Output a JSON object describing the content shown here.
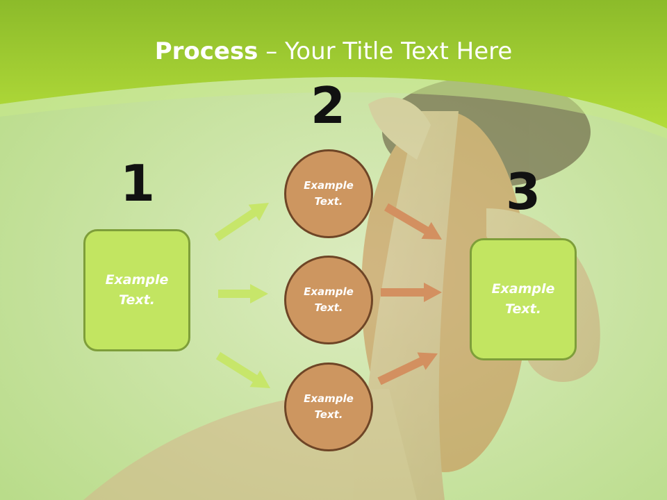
{
  "title": {
    "bold": "Process",
    "rest": " – Your Title Text Here"
  },
  "steps": [
    {
      "number": "1",
      "box_label": "Example Text."
    },
    {
      "number": "2",
      "circles": [
        "Example Text.",
        "Example Text.",
        "Example Text."
      ]
    },
    {
      "number": "3",
      "box_label": "Example Text."
    }
  ],
  "colors": {
    "header_green": "#9dcb2c",
    "box_fill": "#c2e561",
    "box_border": "#7e9e3a",
    "circle_fill": "#cd9660",
    "circle_border": "#6e4526",
    "green_arrow": "#c7e66a",
    "brown_arrow": "#d39060"
  }
}
